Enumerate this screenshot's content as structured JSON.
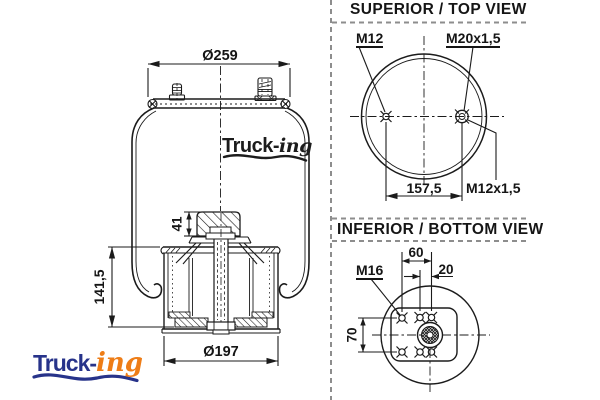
{
  "side_view": {
    "dim_top_diameter": "Ø259",
    "dim_bumper_height": "41",
    "dim_total_height": "141,5",
    "dim_bottom_diameter": "Ø197",
    "watermark_part1": "Truck-",
    "watermark_part2": "ing"
  },
  "top_view": {
    "title": "SUPERIOR / TOP VIEW",
    "label_left_stud": "M12",
    "label_right_stud": "M20x1,5",
    "label_right_stud_alt": "M12x1,5",
    "dim_stud_spacing": "157,5"
  },
  "bottom_view": {
    "title": "INFERIOR / BOTTOM VIEW",
    "label_bolt": "M16",
    "dim_spacing_60": "60",
    "dim_spacing_20": "20",
    "dim_spacing_70": "70"
  },
  "logo": {
    "part1": "Truck-",
    "part2": "ing"
  },
  "colors": {
    "line": "#1b1b1b",
    "separator": "#8d8d8d",
    "logo_blue": "#27338a",
    "logo_orange": "#ee7d17"
  }
}
